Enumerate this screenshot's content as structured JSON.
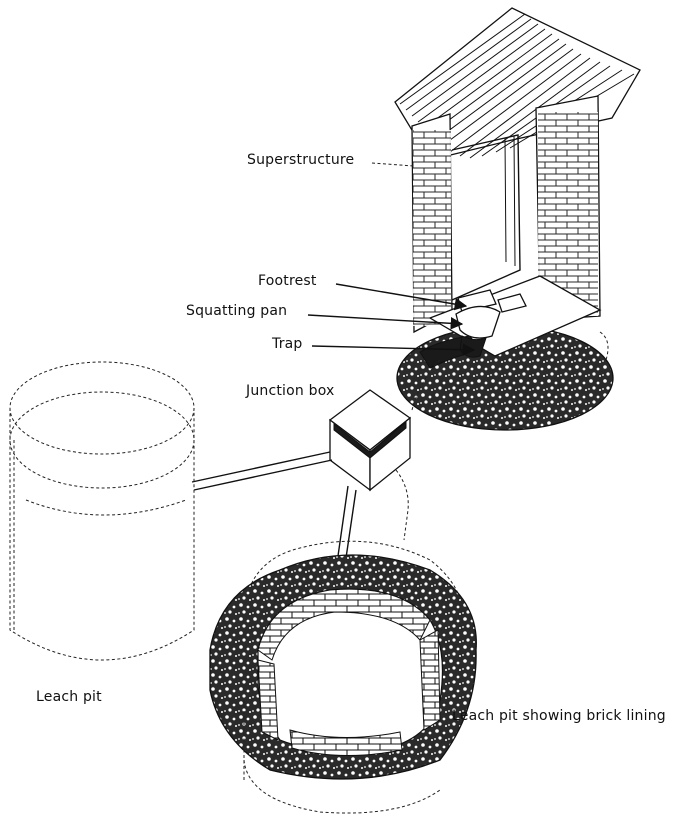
{
  "labels": {
    "superstructure": "Superstructure",
    "footrest": "Footrest",
    "squatting_pan": "Squatting pan",
    "trap": "Trap",
    "junction_box": "Junction box",
    "leach_pit": "Leach pit",
    "leach_pit_brick": "Leach pit showing brick lining"
  }
}
